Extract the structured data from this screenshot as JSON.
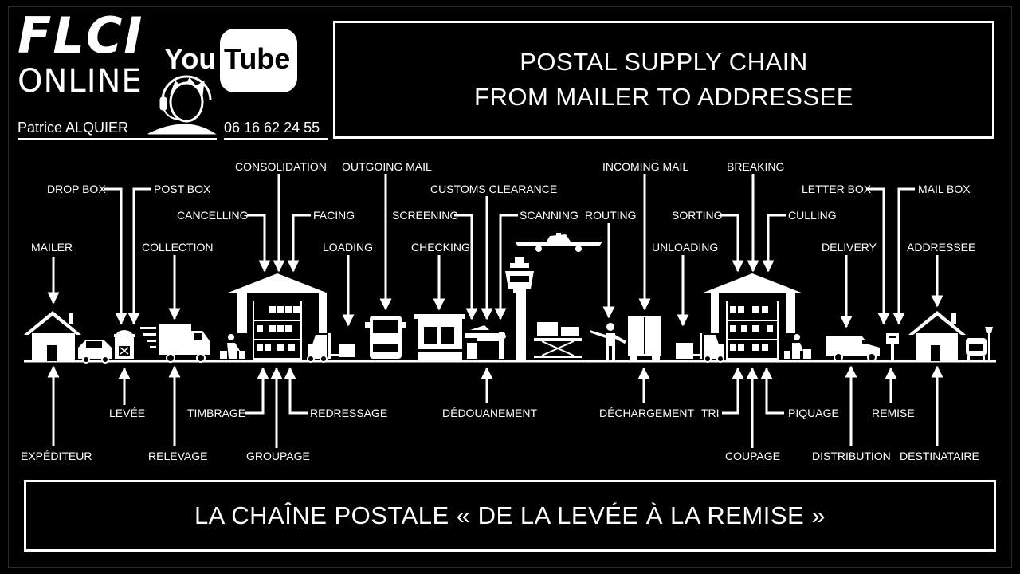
{
  "header": {
    "logo_line1": "FLCI",
    "logo_line2": "ONLINE",
    "youtube_you": "You",
    "youtube_tube": "Tube",
    "author": "Patrice ALQUIER",
    "phone": "06 16 62 24 55"
  },
  "title": {
    "line1": "POSTAL SUPPLY CHAIN",
    "line2": "FROM MAILER TO ADDRESSEE"
  },
  "english_labels": {
    "mailer": "MAILER",
    "drop_box": "DROP BOX",
    "post_box": "POST BOX",
    "collection": "COLLECTION",
    "cancelling": "CANCELLING",
    "consolidation": "CONSOLIDATION",
    "facing": "FACING",
    "loading": "LOADING",
    "outgoing_mail": "OUTGOING MAIL",
    "screening": "SCREENING",
    "checking": "CHECKING",
    "customs_clearance": "CUSTOMS CLEARANCE",
    "scanning": "SCANNING",
    "routing": "ROUTING",
    "incoming_mail": "INCOMING MAIL",
    "unloading": "UNLOADING",
    "sorting": "SORTING",
    "breaking": "BREAKING",
    "culling": "CULLING",
    "delivery": "DELIVERY",
    "letter_box": "LETTER BOX",
    "mail_box": "MAIL BOX",
    "addressee": "ADDRESSEE"
  },
  "french_labels": {
    "expediteur": "EXPÉDITEUR",
    "levee": "LEVÉE",
    "relevage": "RELEVAGE",
    "timbrage": "TIMBRAGE",
    "groupage": "GROUPAGE",
    "redressage": "REDRESSAGE",
    "dedouanement": "DÉDOUANEMENT",
    "dechargement": "DÉCHARGEMENT",
    "tri": "TRI",
    "coupage": "COUPAGE",
    "piquage": "PIQUAGE",
    "distribution": "DISTRIBUTION",
    "remise": "REMISE",
    "destinataire": "DESTINATAIRE"
  },
  "footer": {
    "text": "LA CHAÎNE POSTALE « DE LA LEVÉE À LA REMISE »"
  },
  "colors": {
    "background": "#000000",
    "foreground": "#ffffff"
  }
}
